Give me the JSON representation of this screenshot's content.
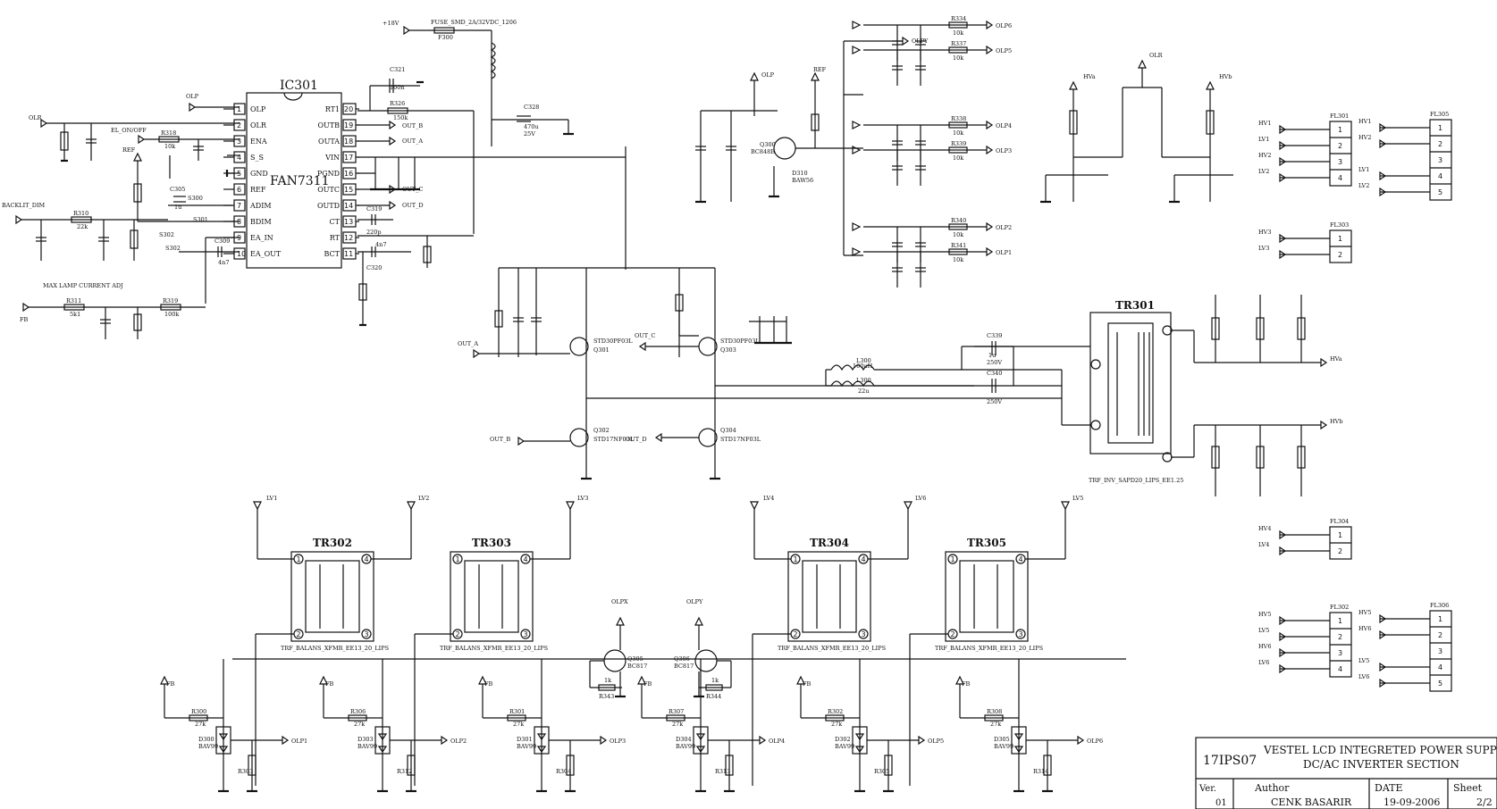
{
  "ic": {
    "ref": "IC301",
    "part": "FAN7311",
    "left_pins": [
      {
        "n": "1",
        "name": "OLP"
      },
      {
        "n": "2",
        "name": "OLR"
      },
      {
        "n": "3",
        "name": "ENA"
      },
      {
        "n": "4",
        "name": "S_S"
      },
      {
        "n": "5",
        "name": "GND"
      },
      {
        "n": "6",
        "name": "REF"
      },
      {
        "n": "7",
        "name": "ADIM"
      },
      {
        "n": "8",
        "name": "BDIM"
      },
      {
        "n": "9",
        "name": "EA_IN"
      },
      {
        "n": "10",
        "name": "EA_OUT"
      }
    ],
    "right_pins": [
      {
        "n": "20",
        "name": "RT1"
      },
      {
        "n": "19",
        "name": "OUTB"
      },
      {
        "n": "18",
        "name": "OUTA"
      },
      {
        "n": "17",
        "name": "VIN"
      },
      {
        "n": "16",
        "name": "PGND"
      },
      {
        "n": "15",
        "name": "OUTC"
      },
      {
        "n": "14",
        "name": "OUTD"
      },
      {
        "n": "13",
        "name": "CT"
      },
      {
        "n": "12",
        "name": "RT"
      },
      {
        "n": "11",
        "name": "BCT"
      }
    ]
  },
  "nets": {
    "olp": "OLP",
    "olr": "OLR",
    "el_on_off": "EL_ON/OFF",
    "ref": "REF",
    "backlit_dim": "BACKLIT_DIM",
    "max_lamp": "MAX LAMP CURRENT ADJ",
    "fb": "FB",
    "p18v": "+18V",
    "fuse": "FUSE_SMD_2A/32VDC_1206",
    "out_a": "OUT_A",
    "out_b": "OUT_B",
    "out_c": "OUT_C",
    "out_d": "OUT_D",
    "hva": "HVa",
    "hvb": "HVb"
  },
  "components": {
    "r326": "R326",
    "r326v": "150k",
    "c321": "C321",
    "c321v": "100n",
    "c328": "C328",
    "c328v": "470u",
    "c328r": "25V",
    "f300": "F300",
    "r318": "R318",
    "r318v": "10k",
    "r310": "R310",
    "r310v": "22k",
    "r311": "R311",
    "r311v": "5k1",
    "r319": "R319",
    "r319v": "100k",
    "s300": "S300",
    "s301": "S301",
    "s302": "S302",
    "c305": "C305",
    "c305v": "1u",
    "c309": "C309",
    "c309v": "4n7",
    "c319": "C319",
    "c319v": "220p",
    "c320": "C320",
    "c320v": "4n7",
    "q301": "STD30PF03L",
    "q301r": "Q301",
    "q303": "STD30PF03L",
    "q303r": "Q303",
    "q302": "STD17NF03L",
    "q302r": "Q302",
    "q304": "STD17NF03L",
    "q304r": "Q304",
    "q300": "Q300",
    "q300p": "BC848B",
    "d310": "D310",
    "d310p": "BAW56",
    "l300": "L300",
    "l300v": "100uH",
    "l301": "L300",
    "l301v": "22u",
    "c339": "C339",
    "c339v": "1u",
    "c339r": "250V",
    "c340": "C340",
    "c340r": "250V",
    "tr301": "TR301",
    "tr301p": "TRF_INV_SAPD20_LIPS_EE1.25",
    "q305": "Q305",
    "q305p": "BC817",
    "q306": "Q306",
    "q306p": "BC817",
    "r343": "R343",
    "r343v": "1k",
    "r344": "R344",
    "r344v": "1k"
  },
  "olp_resistors": [
    {
      "ref": "R334",
      "val": "10k",
      "net": "OLP6"
    },
    {
      "ref": "R337",
      "val": "10k",
      "net": "OLP5"
    },
    {
      "ref": "R338",
      "val": "10k",
      "net": "OLP4"
    },
    {
      "ref": "R339",
      "val": "10k",
      "net": "OLP3"
    },
    {
      "ref": "R340",
      "val": "10k",
      "net": "OLP2"
    },
    {
      "ref": "R341",
      "val": "10k",
      "net": "OLP1"
    }
  ],
  "olpy": "OLPY",
  "olpx": "OLPX",
  "balun": [
    {
      "ref": "TR302",
      "p1": "1",
      "p2": "2",
      "p3": "3",
      "p4": "4",
      "lv_l": "LV1",
      "lv_r": "LV2"
    },
    {
      "ref": "TR303",
      "p1": "1",
      "p2": "2",
      "p3": "3",
      "p4": "4",
      "lv_l": "",
      "lv_r": "LV3"
    },
    {
      "ref": "TR304",
      "p1": "1",
      "p2": "2",
      "p3": "3",
      "p4": "4",
      "lv_l": "LV4",
      "lv_r": "LV6"
    },
    {
      "ref": "TR305",
      "p1": "1",
      "p2": "2",
      "p3": "3",
      "p4": "4",
      "lv_l": "",
      "lv_r": "LV5"
    }
  ],
  "balun_part": "TRF_BALANS_XFMR_EE13_20_LIPS",
  "lamp_channels": [
    {
      "r": "R300",
      "rv": "27k",
      "d": "D300",
      "dp": "BAV99",
      "olp": "OLP1",
      "rb": "R303"
    },
    {
      "r": "R306",
      "rv": "27k",
      "d": "D303",
      "dp": "BAV99",
      "olp": "OLP2",
      "rb": "R312"
    },
    {
      "r": "R301",
      "rv": "27k",
      "d": "D301",
      "dp": "BAV99",
      "olp": "OLP3",
      "rb": "R304"
    },
    {
      "r": "R307",
      "rv": "27k",
      "d": "D304",
      "dp": "BAV99",
      "olp": "OLP4",
      "rb": "R313"
    },
    {
      "r": "R302",
      "rv": "27k",
      "d": "D302",
      "dp": "BAV99",
      "olp": "OLP5",
      "rb": "R305"
    },
    {
      "r": "R308",
      "rv": "27k",
      "d": "D305",
      "dp": "BAV99",
      "olp": "OLP6",
      "rb": "R314"
    }
  ],
  "connectors": [
    {
      "ref": "FL301",
      "pins": [
        "1",
        "2",
        "3",
        "4"
      ],
      "nets": [
        "HV1",
        "LV1",
        "HV2",
        "LV2"
      ]
    },
    {
      "ref": "FL305",
      "pins": [
        "1",
        "2",
        "3",
        "4",
        "5"
      ],
      "nets": [
        "HV1",
        "HV2",
        "",
        "LV1",
        "LV2"
      ]
    },
    {
      "ref": "FL303",
      "pins": [
        "1",
        "2"
      ],
      "nets": [
        "HV3",
        "LV3"
      ]
    },
    {
      "ref": "FL304",
      "pins": [
        "1",
        "2"
      ],
      "nets": [
        "HV4",
        "LV4"
      ]
    },
    {
      "ref": "FL302",
      "pins": [
        "1",
        "2",
        "3",
        "4"
      ],
      "nets": [
        "HV5",
        "LV5",
        "HV6",
        "LV6"
      ]
    },
    {
      "ref": "FL306",
      "pins": [
        "1",
        "2",
        "3",
        "4",
        "5"
      ],
      "nets": [
        "HV5",
        "HV6",
        "",
        "LV5",
        "LV6"
      ]
    }
  ],
  "title_block": {
    "doc": "17IPS07",
    "title1": "VESTEL LCD INTEGRETED POWER SUPP",
    "title2": "DC/AC INVERTER SECTION",
    "ver_label": "Ver.",
    "ver": "01",
    "author_label": "Author",
    "author": "CENK BASARIR",
    "date_label": "DATE",
    "date": "19-09-2006",
    "sheet_label": "Sheet",
    "sheet": "2/2"
  }
}
